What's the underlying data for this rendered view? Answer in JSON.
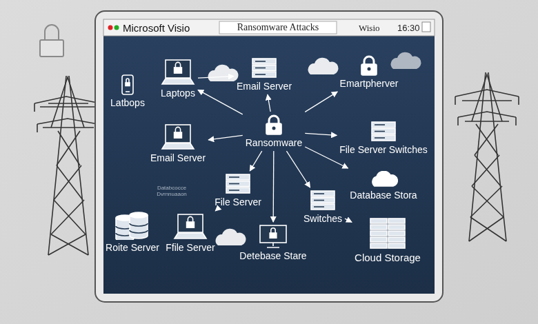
{
  "diagram": {
    "title": "Ransomware Attacks",
    "nodes": [
      {
        "text": [
          "Laptops"
        ]
      },
      {
        "text": [
          "Latbops"
        ]
      },
      {
        "text": [
          "Email Server"
        ]
      },
      {
        "text": [
          "Emartpherver"
        ]
      },
      {
        "text": [
          "Email Server"
        ]
      },
      {
        "text": [
          "Ransomware"
        ]
      },
      {
        "text": [
          "File Server Switches"
        ]
      },
      {
        "text": [
          "File Server"
        ]
      },
      {
        "text": [
          "Database Stora"
        ]
      },
      {
        "text": [
          "Roite Server"
        ]
      },
      {
        "text": [
          "Ffile Server"
        ]
      },
      {
        "text": [
          "Detebase Stare"
        ]
      },
      {
        "text": [
          "Switches"
        ]
      },
      {
        "text": [
          "Cloud Storage"
        ]
      }
    ],
    "edges": [
      {
        "from": 5,
        "to": 0,
        "arrow": "to"
      },
      {
        "from": 5,
        "to": 2,
        "arrow": "to"
      },
      {
        "from": 5,
        "to": 3,
        "arrow": "to"
      },
      {
        "from": 5,
        "to": 6,
        "arrow": "to"
      },
      {
        "from": 5,
        "to": 4,
        "arrow": "to"
      },
      {
        "from": 5,
        "to": 7,
        "arrow": "to"
      },
      {
        "from": 5,
        "to": 8,
        "arrow": "to"
      },
      {
        "from": 5,
        "to": 12,
        "arrow": "to"
      },
      {
        "from": 5,
        "to": 11,
        "arrow": "to"
      },
      {
        "from": 0,
        "to": 2,
        "arrow": "to"
      },
      {
        "from": 7,
        "to": 10,
        "arrow": "to"
      },
      {
        "from": 12,
        "to": 13,
        "arrow": "to"
      }
    ],
    "labels": [
      "Microsoft Visio",
      "Wisio",
      "16:30",
      "Databcocce Dvrnnuaaon"
    ]
  }
}
